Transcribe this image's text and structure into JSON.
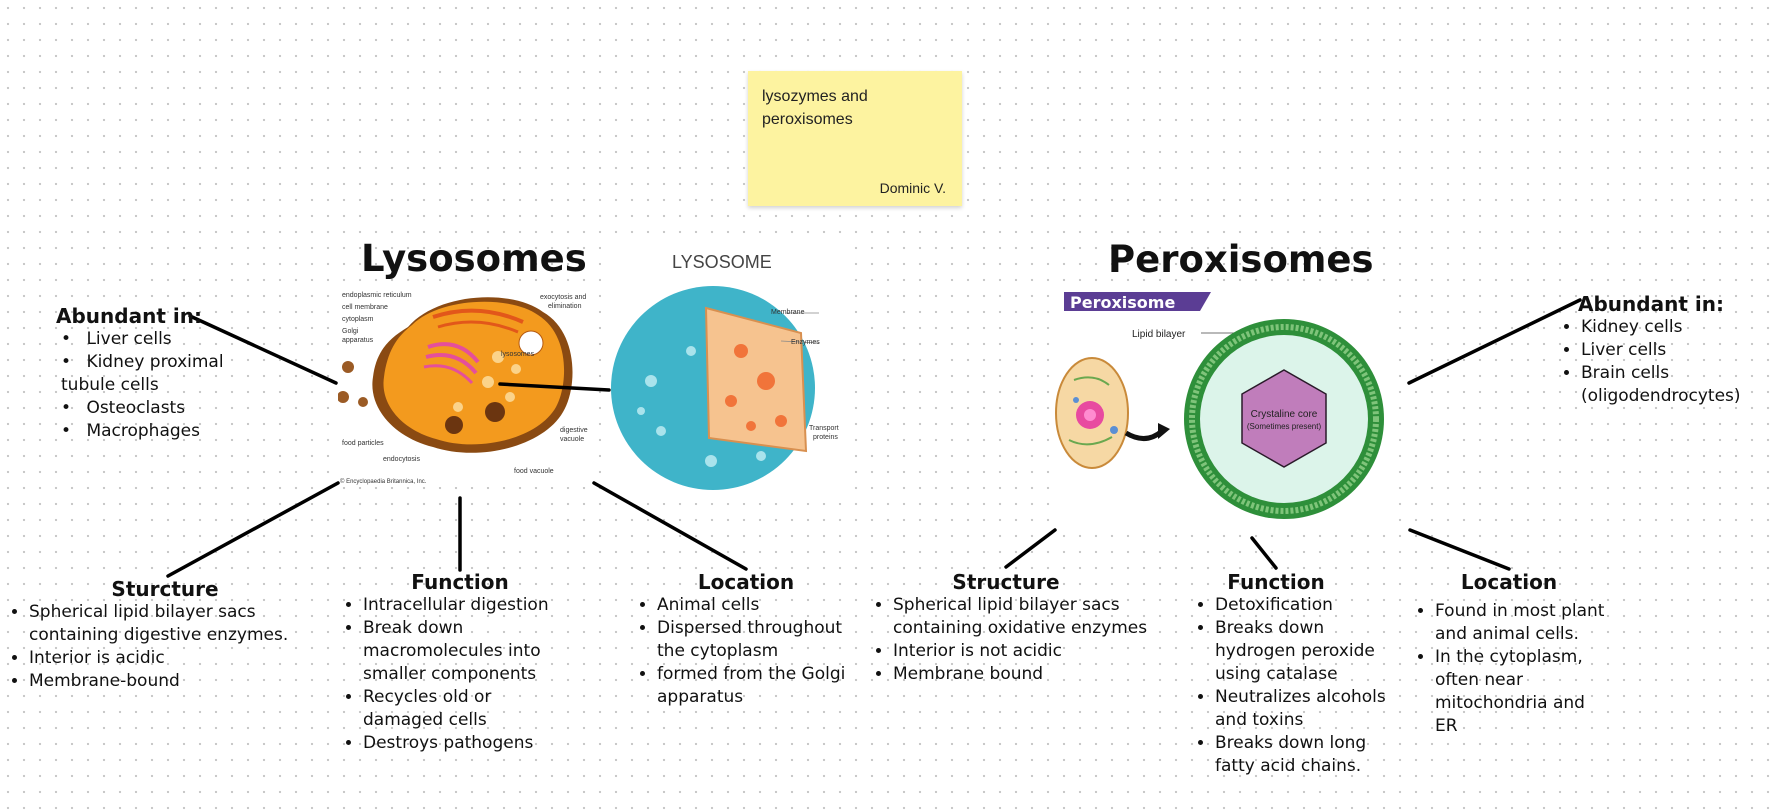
{
  "sticky_note": {
    "text": "lysozymes and peroxisomes",
    "author": "Dominic V."
  },
  "lysosomes": {
    "title": "Lysosomes",
    "image1_labels": [
      "endoplasmic reticulum",
      "cell membrane",
      "cytoplasm",
      "Golgi",
      "apparatus",
      "lysosomes",
      "exocytosis and",
      "elimination",
      "digestive",
      "vacuole",
      "food particles",
      "endocytosis",
      "food vacuole",
      "© Encyclopaedia Britannica, Inc."
    ],
    "image2": {
      "title": "LYSOSOME",
      "labels": [
        "Membrane",
        "Enzymes",
        "Transport",
        "proteins"
      ]
    },
    "abundant": {
      "heading": "Abundant in:",
      "items": [
        "Liver cells",
        "Kidney proximal tubule cells",
        "Osteoclasts",
        "Macrophages"
      ]
    },
    "structure": {
      "heading": "Sturcture",
      "items": [
        "Spherical lipid bilayer sacs containing digestive enzymes.",
        "Interior is acidic",
        "Membrane-bound"
      ]
    },
    "function": {
      "heading": "Function",
      "items": [
        "Intracellular digestion",
        "Break down macromolecules into smaller components",
        "Recycles old or damaged cells",
        "Destroys pathogens"
      ]
    },
    "location": {
      "heading": "Location",
      "items": [
        "Animal cells",
        "Dispersed throughout the cytoplasm",
        "formed from the Golgi apparatus"
      ]
    }
  },
  "peroxisomes": {
    "title": "Peroxisomes",
    "image": {
      "banner": "Peroxisome",
      "lipid_label": "Lipid bilayer",
      "core_line1": "Crystaline core",
      "core_line2": "(Sometimes present)"
    },
    "abundant": {
      "heading": "Abundant in:",
      "items": [
        "Kidney cells",
        "Liver cells",
        "Brain cells (oligodendrocytes)"
      ]
    },
    "structure": {
      "heading": "Structure",
      "items": [
        "Spherical lipid bilayer sacs containing oxidative enzymes",
        "Interior is not acidic",
        "Membrane bound"
      ]
    },
    "function": {
      "heading": "Function",
      "items": [
        "Detoxification",
        "Breaks down hydrogen peroxide using catalase",
        "Neutralizes alcohols and toxins",
        "Breaks down long fatty acid chains."
      ]
    },
    "location": {
      "heading": "Location",
      "items": [
        "Found in most plant and animal cells.",
        "In the cytoplasm, often near mitochondria and ER"
      ]
    }
  },
  "colors": {
    "sticky": "#fdf3a0",
    "banner": "#5b3d94",
    "lysosome_blue": "#3fb4c9",
    "cell_orange": "#f39a1e",
    "core_purple": "#c07dbb",
    "membrane_green": "#2e8f3a"
  }
}
